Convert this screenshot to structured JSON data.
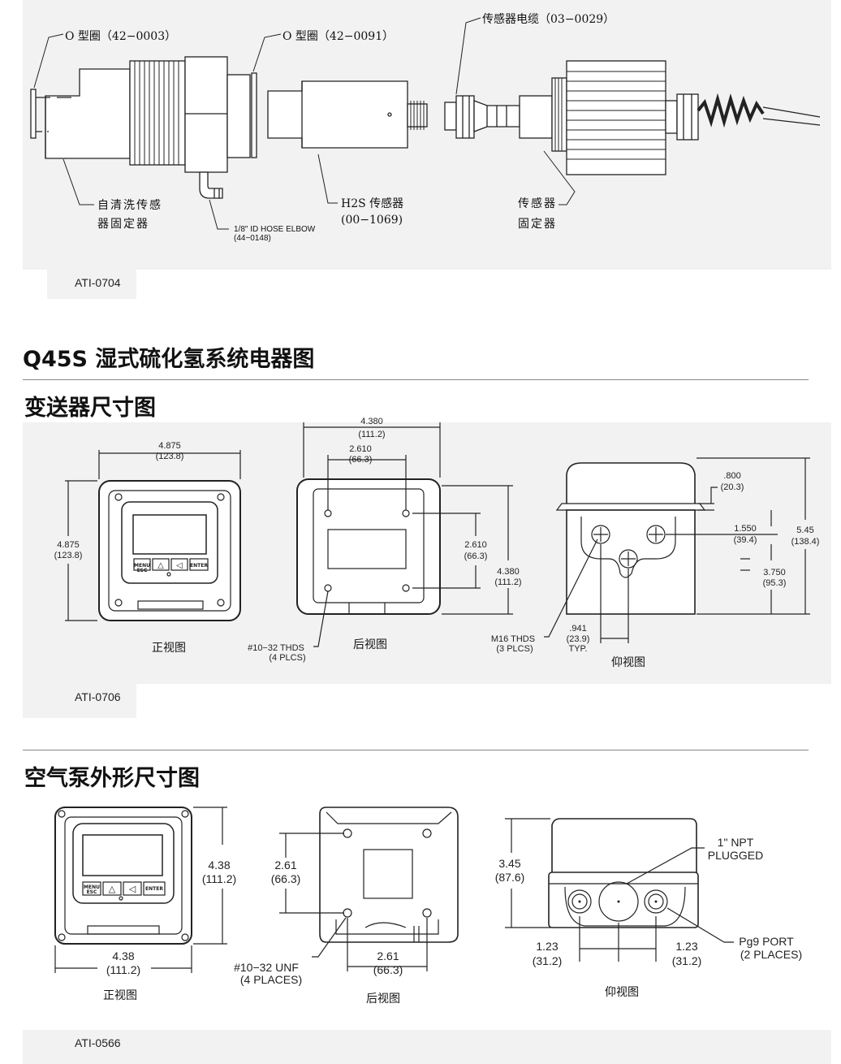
{
  "sections": {
    "assembly": {
      "code": "ATI-0704",
      "labels": {
        "oring1": "O 型圈（42−0003）",
        "oring2": "O 型圈（42−0091）",
        "cable": "传感器电缆（03−0029）",
        "holder1": "自清洗传感",
        "holder2": "器固定器",
        "elbow1": "1/8\" ID HOSE ELBOW",
        "elbow2": "(44−0148)",
        "h2s1": "H2S 传感器",
        "h2s2": "(00−1069)",
        "mount1": "传感器",
        "mount2": "固定器"
      }
    },
    "main_title": "Q45S 湿式硫化氢系统电器图",
    "transmitter": {
      "title": "变送器尺寸图",
      "code": "ATI-0706",
      "front": {
        "w1": "4.875",
        "w2": "(123.8)",
        "h1": "4.875",
        "h2": "(123.8)",
        "caption": "正视图"
      },
      "back": {
        "w1": "4.380",
        "w2": "(111.2)",
        "iw1": "2.610",
        "iw2": "(66.3)",
        "ih1": "2.610",
        "ih2": "(66.3)",
        "h1": "4.380",
        "h2": "(111.2)",
        "thd1": "#10−32 THDS",
        "thd2": "(4 PLCS)",
        "caption": "后视图"
      },
      "bottom": {
        "a1": ".800",
        "a2": "(20.3)",
        "b1": "1.550",
        "b2": "(39.4)",
        "c1": "5.45",
        "c2": "(138.4)",
        "d1": "3.750",
        "d2": "(95.3)",
        "m1": "M16 THDS",
        "m2": "(3 PLCS)",
        "e1": ".941",
        "e2": "(23.9)",
        "e3": "TYP.",
        "caption": "仰视图"
      },
      "keys": {
        "menu": "MENU",
        "esc": "ESC",
        "up": "△",
        "left": "◁",
        "enter": "ENTER"
      }
    },
    "pump": {
      "title": "空气泵外形尺寸图",
      "code": "ATI-0566",
      "front": {
        "w1": "4.38",
        "w2": "(111.2)",
        "h1": "4.38",
        "h2": "(111.2)",
        "caption": "正视图"
      },
      "back": {
        "h1": "2.61",
        "h2": "(66.3)",
        "w1": "2.61",
        "w2": "(66.3)",
        "unf1": "#10−32 UNF",
        "unf2": "(4 PLACES)",
        "caption": "后视图"
      },
      "bottom": {
        "h1": "3.45",
        "h2": "(87.6)",
        "npt1": "1\" NPT",
        "npt2": "PLUGGED",
        "pg1": "Pg9 PORT",
        "pg2": "(2 PLACES)",
        "l1": "1.23",
        "l2": "(31.2)",
        "r1": "1.23",
        "r2": "(31.2)",
        "caption": "仰视图"
      },
      "keys": {
        "menu": "MENU",
        "esc": "ESC",
        "up": "△",
        "left": "◁",
        "enter": "ENTER"
      }
    }
  }
}
